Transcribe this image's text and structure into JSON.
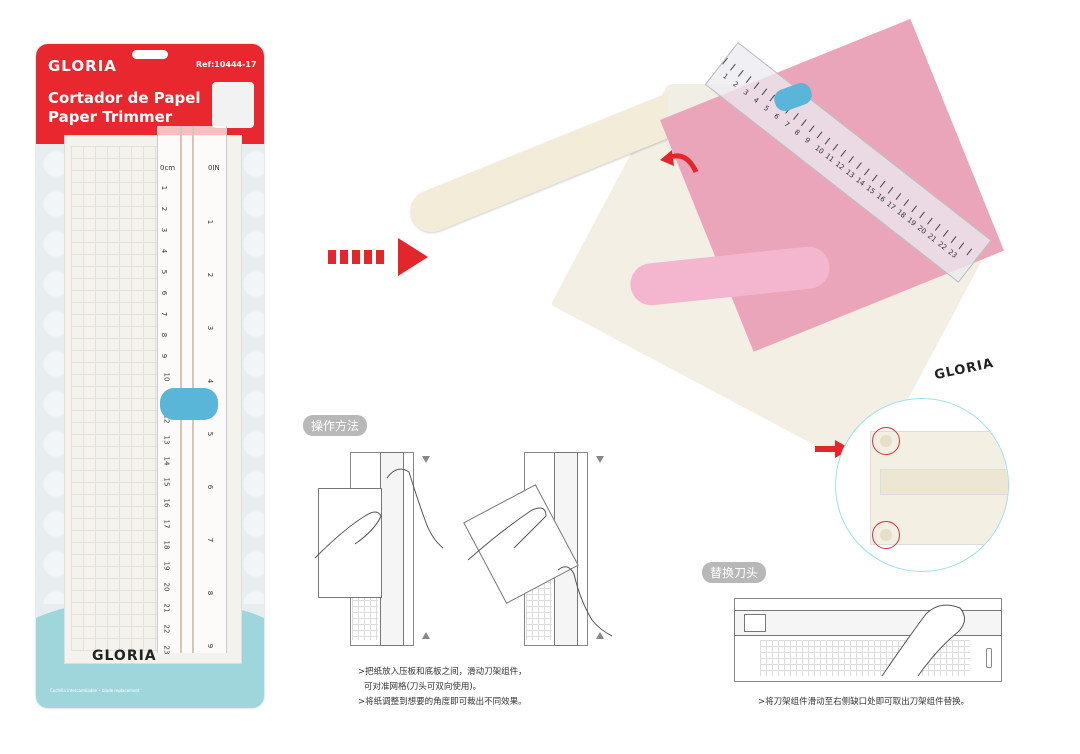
{
  "package": {
    "brand": "GLORIA",
    "ref": "Ref:10444-17",
    "title_es": "Cortador de Papel",
    "title_en": "Paper Trimmer",
    "fine_print": "Cuchilla intercambiable • blade replacement",
    "logo": "GLORIA",
    "ruler_top_left": "0cm",
    "ruler_top_right": "0IN",
    "ruler_cm": [
      "1",
      "2",
      "3",
      "4",
      "5",
      "6",
      "7",
      "8",
      "9",
      "10",
      "11",
      "12",
      "13",
      "14",
      "15",
      "16",
      "17",
      "18",
      "19",
      "20",
      "21",
      "22",
      "23"
    ],
    "ruler_in": [
      "1",
      "2",
      "3",
      "4",
      "5",
      "6",
      "7",
      "8",
      "9"
    ],
    "colors": {
      "header": "#e8272e",
      "slider": "#5ab6d9",
      "wave": "#9fd6dc"
    }
  },
  "photo": {
    "logo": "GLORIA",
    "ruler_labels": [
      "1",
      "2",
      "3",
      "4",
      "5",
      "6",
      "7",
      "8",
      "9",
      "10",
      "11",
      "12",
      "13",
      "14",
      "15",
      "16",
      "17",
      "18",
      "19",
      "20",
      "21",
      "22",
      "23"
    ],
    "colors": {
      "paper": "#eaa5ba",
      "arrow": "#e2262c",
      "handle": "#f3ecd8"
    }
  },
  "instructions": {
    "usage_label": "操作方法",
    "usage_caption_1": ">把纸放入压板和底板之间，滑动刀架组件，",
    "usage_caption_2": "可对准网格(刀头可双向使用)。",
    "usage_caption_3": ">将纸调整到想要的角度即可裁出不同效果。",
    "replace_label": "替换刀头",
    "replace_caption": ">将刀架组件滑动至右侧缺口处即可取出刀架组件替换。"
  }
}
